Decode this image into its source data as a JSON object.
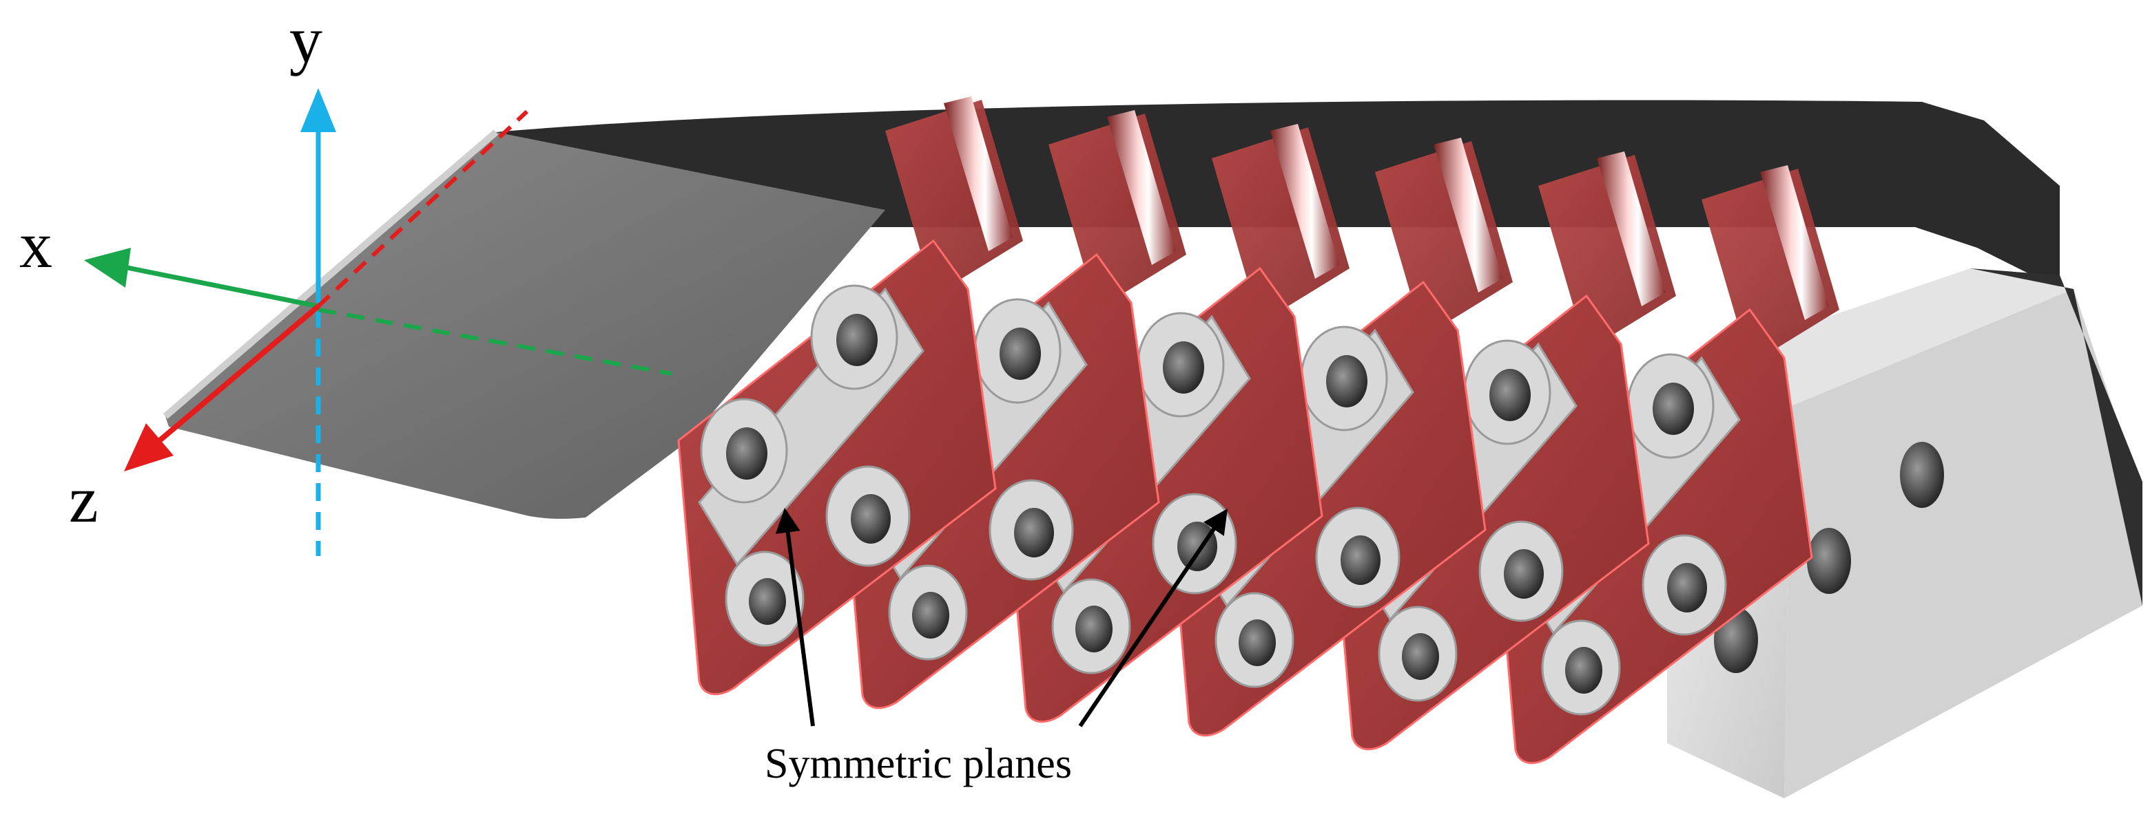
{
  "axes": {
    "x_label": "x",
    "y_label": "y",
    "z_label": "z"
  },
  "annotation": {
    "label": "Symmetric planes"
  },
  "colors": {
    "x_axis": "#1aa64a",
    "y_axis": "#1ab0e8",
    "z_axis": "#e41c1c",
    "tooth_fill": "#a33a3a",
    "tooth_edge": "#ff6b6b",
    "plate_gray": "#6f6f6f",
    "dark_part": "#2b2b2b",
    "light_block": "#d9d9d9"
  }
}
